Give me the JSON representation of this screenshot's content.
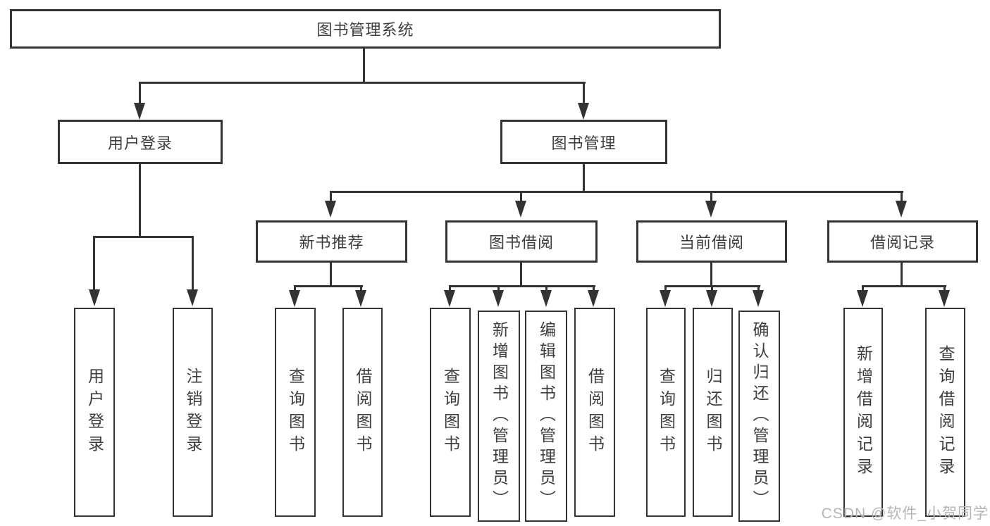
{
  "tree": {
    "root": "图书管理系统",
    "children": [
      {
        "label": "用户登录",
        "children": [
          "用户登录",
          "注销登录"
        ]
      },
      {
        "label": "图书管理",
        "children": [
          {
            "label": "新书推荐",
            "children": [
              "查询图书",
              "借阅图书"
            ]
          },
          {
            "label": "图书借阅",
            "children": [
              "查询图书",
              "新增图书（管理员）",
              "编辑图书（管理员）",
              "借阅图书"
            ]
          },
          {
            "label": "当前借阅",
            "children": [
              "查询图书",
              "归还图书",
              "确认归还（管理员）"
            ]
          },
          {
            "label": "借阅记录",
            "children": [
              "新增借阅记录",
              "查询借阅记录"
            ]
          }
        ]
      }
    ]
  },
  "watermark": {
    "text": "CSDN @软件_小贺同学"
  },
  "colors": {
    "line": "#333333",
    "text": "#3d3d3d",
    "background": "#ffffff",
    "watermark": "#b5b5b5"
  }
}
